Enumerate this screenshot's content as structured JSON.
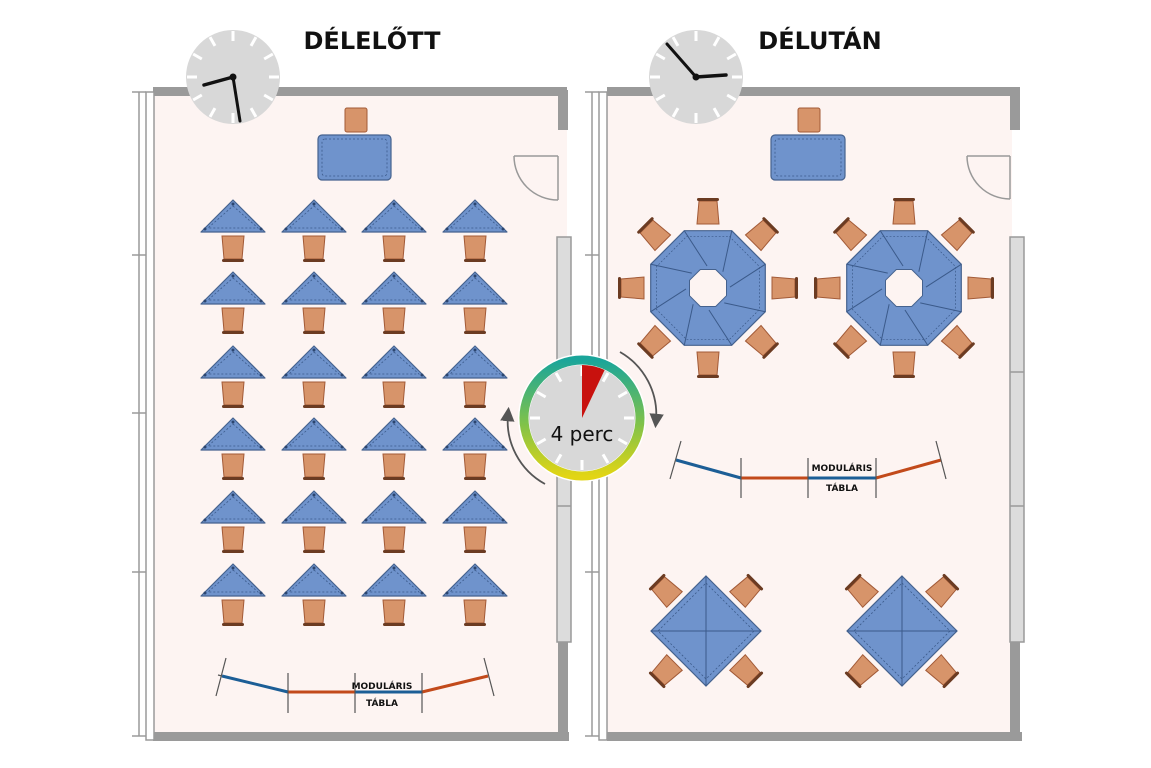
{
  "morning": {
    "title": "DÉLELŐTT",
    "board_top": "MODULÁRIS",
    "board_bottom": "TÁBLA"
  },
  "afternoon": {
    "title": "DÉLUTÁN",
    "board_top": "MODULÁRIS",
    "board_bottom": "TÁBLA"
  },
  "timer": {
    "label": "4 perc",
    "elapsed_fraction": 0.07
  },
  "colors": {
    "room_floor": "#fdf4f2",
    "wall": "#9a9a9a",
    "table": "#6f93cc",
    "chair": "#d7946a",
    "board_blue": "#1c5e96",
    "board_orange": "#c24a1b",
    "clock_face": "#d8d8d8",
    "timer_wedge": "#c8110e"
  },
  "icons": [
    "wall-clock-icon",
    "countdown-timer-icon",
    "rotate-arrow-icon",
    "door-icon"
  ]
}
